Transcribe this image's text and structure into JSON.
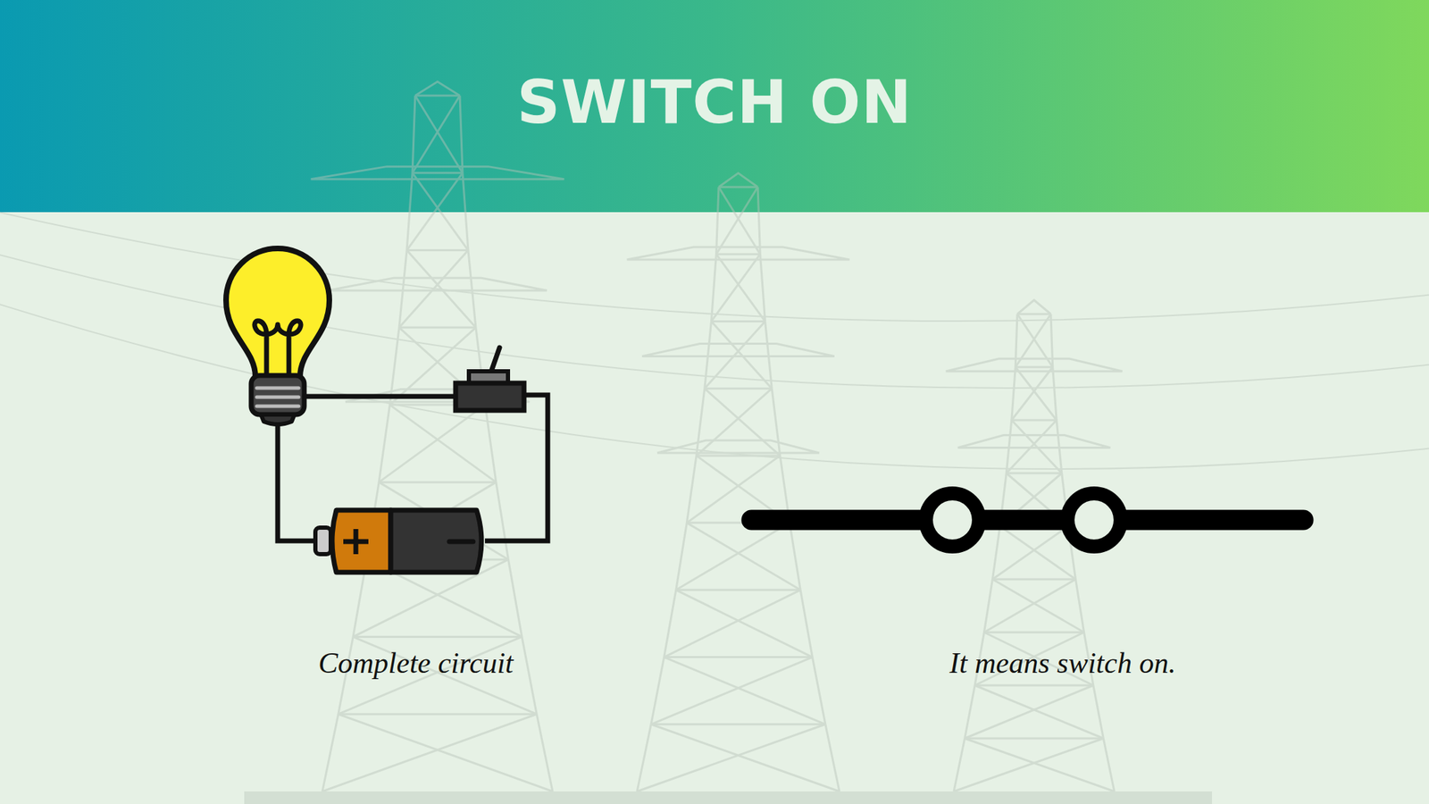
{
  "diagram": {
    "title": "SWITCH ON",
    "labels": [
      "Complete circuit",
      "It means switch on."
    ]
  }
}
